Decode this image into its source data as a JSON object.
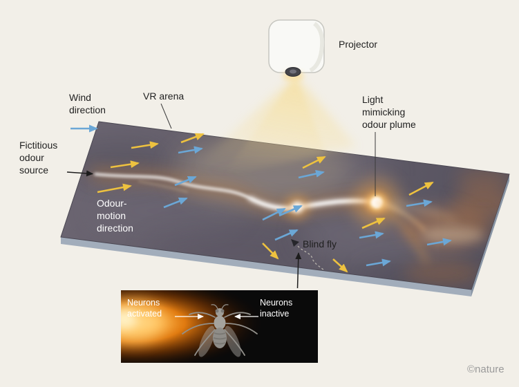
{
  "figure": {
    "labels": {
      "projector": "Projector",
      "wind_direction": "Wind direction",
      "vr_arena": "VR arena",
      "light_mimicking": "Light mimicking odour plume",
      "fictitious_odour_source": "Fictitious odour source",
      "odour_motion_direction": "Odour-motion direction",
      "blind_fly": "Blind fly",
      "neurons_activated": "Neurons activated",
      "neurons_inactive": "Neurons inactive"
    },
    "credit": "©nature",
    "colors": {
      "background": "#f2efe8",
      "arena_surface": "#615c68",
      "arena_edge": "#a2adbb",
      "wind_arrow": "#6ba7d6",
      "odour_motion_arrow": "#eec23f",
      "plume_glow": "#c87f35",
      "plume_core": "#ffffff",
      "light_cone": "#f7db89",
      "inset_background": "#0a0a0a",
      "inset_glow": "#ff9822",
      "label_text": "#1f1f1f",
      "inset_text": "#ffffff"
    }
  }
}
